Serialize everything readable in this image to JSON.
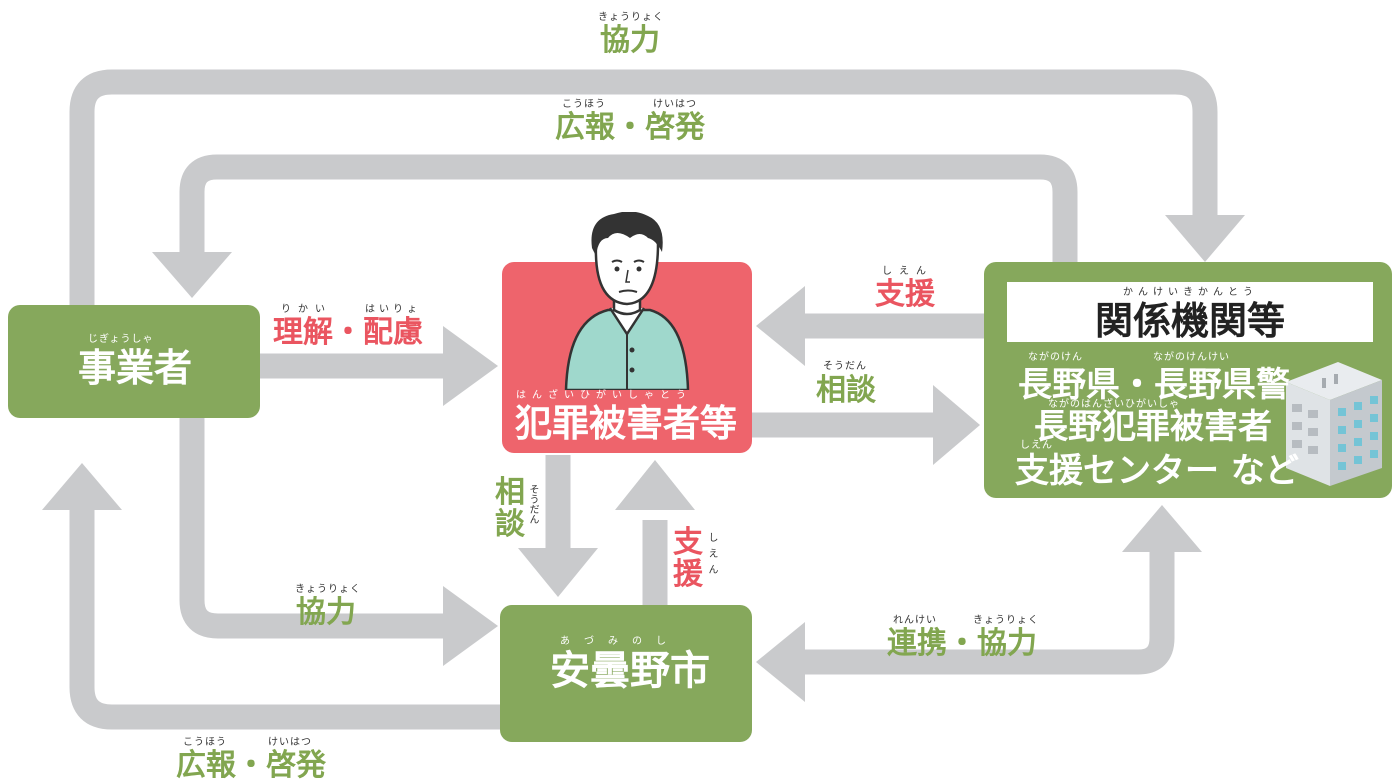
{
  "nodes": {
    "jigyousha": {
      "label": "事業者",
      "ruby": "じぎょうしゃ"
    },
    "victim": {
      "label": "犯罪被害者等",
      "ruby": "はんざいひがいしゃとう"
    },
    "city": {
      "label": "安曇野市",
      "ruby": "あづみのし"
    },
    "related": {
      "title": "関係機関等",
      "title_ruby": "かんけいきかんとう",
      "line1": "長野県・長野県警",
      "line1_ruby_a": "ながのけん",
      "line1_ruby_b": "ながのけんけい",
      "line2": "長野犯罪被害者",
      "line2_ruby": "ながのはんざいひがいしゃ",
      "line3": "支援センター など",
      "line3_ruby": "しえん"
    }
  },
  "edges": {
    "top_kyouryoku": {
      "label": "協力",
      "ruby": "きょうりょく"
    },
    "top_kouhou": {
      "label": "広報・啓発",
      "ruby_a": "こうほう",
      "ruby_b": "けいはつ"
    },
    "rikai": {
      "label": "理解・配慮",
      "ruby_a": "りかい",
      "ruby_b": "はいりょ"
    },
    "shien_right": {
      "label": "支援",
      "ruby": "しえん"
    },
    "soudan_right": {
      "label": "相談",
      "ruby": "そうだん"
    },
    "soudan_down": {
      "label": "相談",
      "ruby": "そうだん"
    },
    "shien_up": {
      "label": "支援",
      "ruby": "しえん"
    },
    "mid_kyouryoku": {
      "label": "協力",
      "ruby": "きょうりょく"
    },
    "renkei": {
      "label": "連携・協力",
      "ruby_a": "れんけい",
      "ruby_b": "きょうりょく"
    },
    "bottom_kouhou": {
      "label": "広報・啓発",
      "ruby_a": "こうほう",
      "ruby_b": "けいはつ"
    }
  },
  "colors": {
    "green": "#86a85c",
    "red": "#ee646c",
    "arrow": "#c9cacc",
    "label_green": "#82a650",
    "label_red": "#ea5560"
  }
}
